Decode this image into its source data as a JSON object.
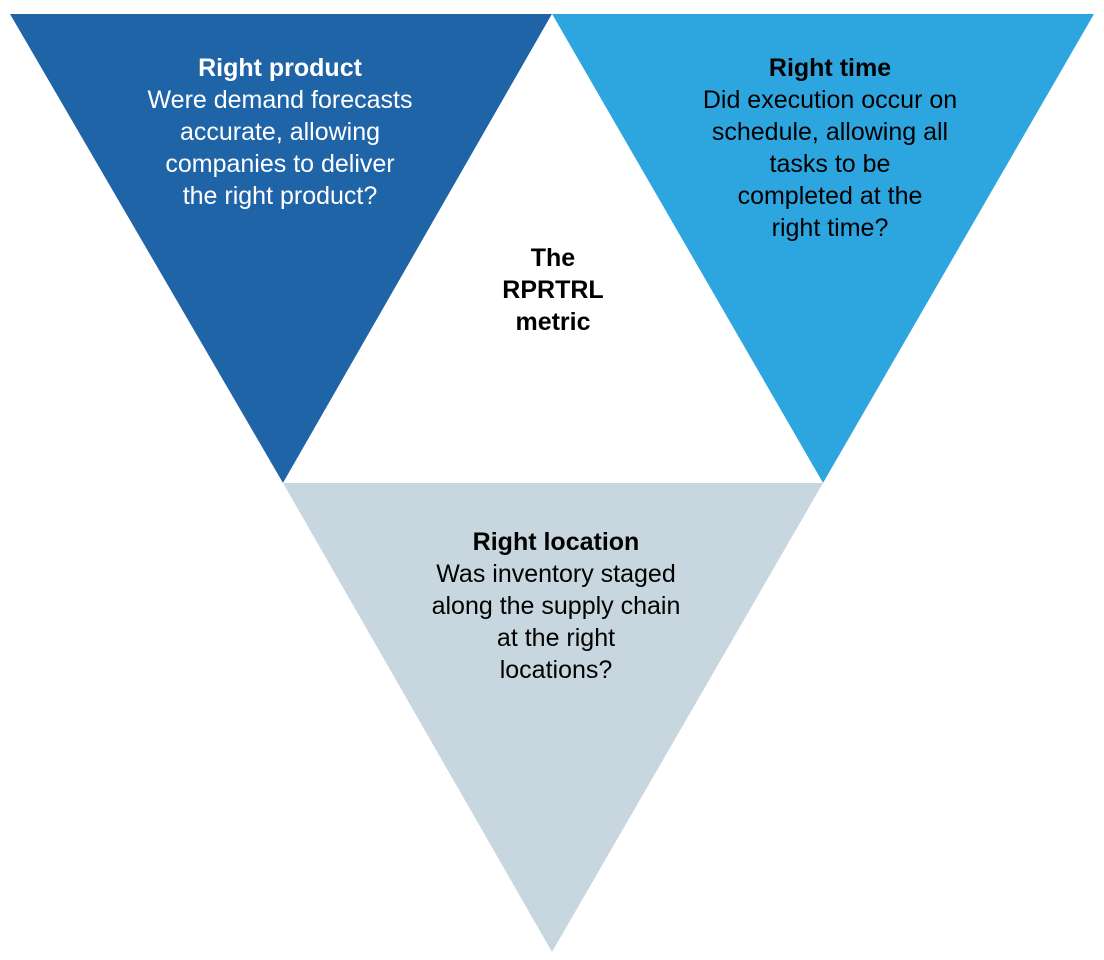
{
  "colors": {
    "right_product": "#2064a8",
    "right_time": "#2da6e0",
    "right_location": "#c8d6df",
    "center": "#ffffff"
  },
  "center": {
    "label": "The\nRPRTRL\nmetric"
  },
  "right_product": {
    "title": "Right product",
    "body": "Were demand forecasts\naccurate, allowing\ncompanies to deliver\nthe right product?"
  },
  "right_time": {
    "title": "Right time",
    "body": "Did execution occur on\nschedule, allowing all\ntasks to be\ncompleted at the\nright time?"
  },
  "right_location": {
    "title": "Right location",
    "body": "Was inventory staged\nalong the supply chain\nat the right\nlocations?"
  }
}
